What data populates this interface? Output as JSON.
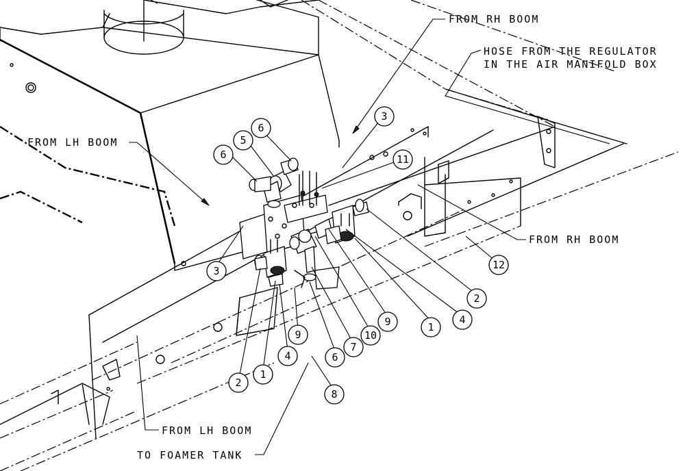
{
  "callouts": {
    "from_rh_boom_top": "FROM RH BOOM",
    "hose_line1": "HOSE FROM THE REGULATOR",
    "hose_line2": "IN THE AIR MANIFOLD BOX",
    "from_lh_boom_upper": "FROM LH BOOM",
    "from_rh_boom_right": "FROM RH BOOM",
    "from_lh_boom_lower": "FROM LH BOOM",
    "to_foamer_tank": "TO FOAMER TANK"
  },
  "balloons": [
    {
      "id": "b1",
      "label": "6"
    },
    {
      "id": "b2",
      "label": "5"
    },
    {
      "id": "b3",
      "label": "6"
    },
    {
      "id": "b4",
      "label": "3"
    },
    {
      "id": "b5",
      "label": "11"
    },
    {
      "id": "b6",
      "label": "3"
    },
    {
      "id": "b7",
      "label": "12"
    },
    {
      "id": "b8",
      "label": "2"
    },
    {
      "id": "b9",
      "label": "4"
    },
    {
      "id": "b10",
      "label": "1"
    },
    {
      "id": "b11",
      "label": "9"
    },
    {
      "id": "b12",
      "label": "10"
    },
    {
      "id": "b13",
      "label": "7"
    },
    {
      "id": "b14",
      "label": "6"
    },
    {
      "id": "b15",
      "label": "9"
    },
    {
      "id": "b16",
      "label": "4"
    },
    {
      "id": "b17",
      "label": "1"
    },
    {
      "id": "b18",
      "label": "2"
    },
    {
      "id": "b19",
      "label": "8"
    }
  ]
}
